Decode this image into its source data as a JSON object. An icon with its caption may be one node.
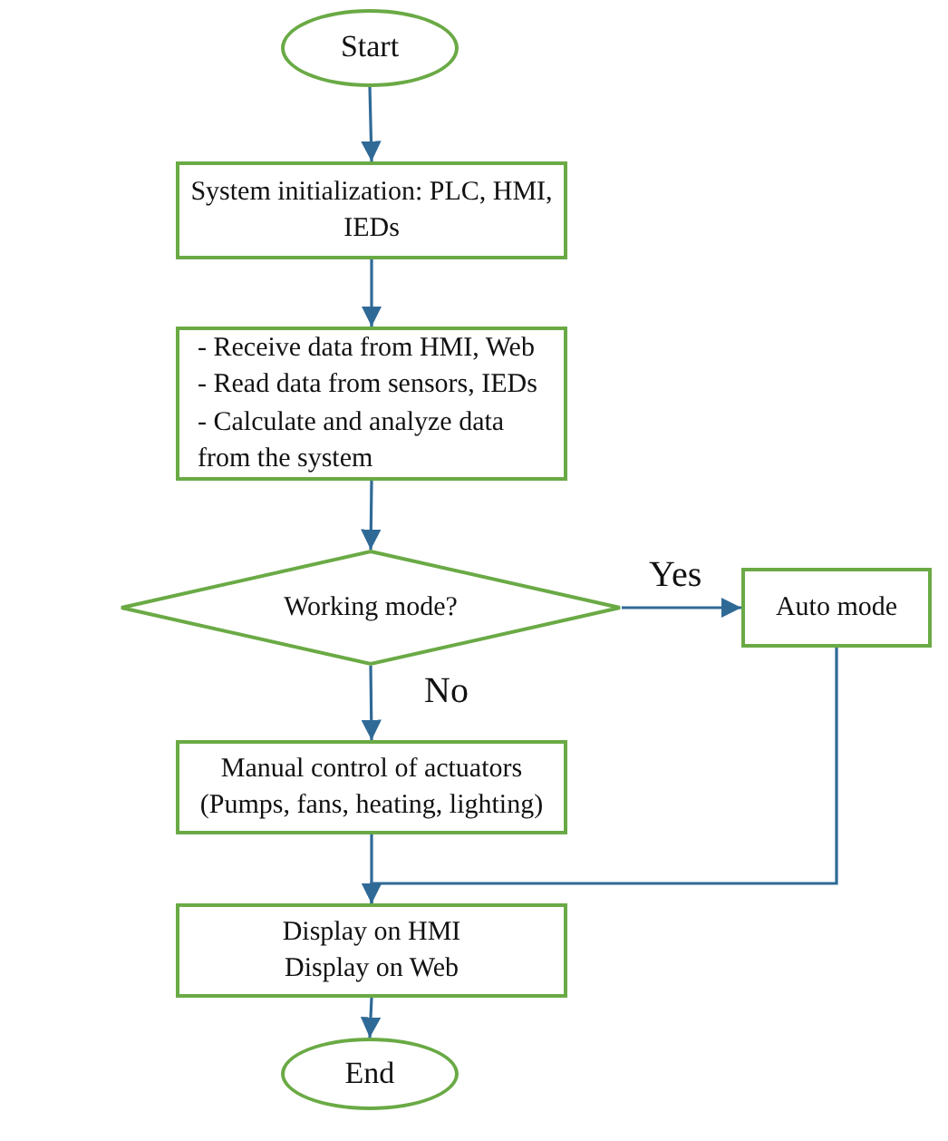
{
  "diagram": {
    "nodes": [
      {
        "text": [
          "Start"
        ]
      },
      {
        "text": [
          "System initialization: PLC, HMI, IEDs"
        ]
      },
      {
        "text": [
          "- Receive data from HMI, Web",
          "- Read data from sensors, IEDs",
          "- Calculate and analyze data from the system"
        ]
      },
      {
        "text": [
          "Working mode?"
        ]
      },
      {
        "text": [
          "Auto mode"
        ]
      },
      {
        "text": [
          "Manual control of actuators (Pumps, fans, heating, lighting)"
        ]
      },
      {
        "text": [
          "Display on HMI",
          "Display on Web"
        ]
      },
      {
        "text": [
          "End"
        ]
      }
    ],
    "edges": [
      {
        "from": 0,
        "to": 1,
        "arrow": "to"
      },
      {
        "from": 1,
        "to": 2,
        "arrow": "to"
      },
      {
        "from": 2,
        "to": 3,
        "arrow": "to"
      },
      {
        "from": 3,
        "to": 4,
        "arrow": "to",
        "label": "Yes"
      },
      {
        "from": 3,
        "to": 5,
        "arrow": "to",
        "label": "No"
      },
      {
        "from": 5,
        "to": 6,
        "arrow": "to"
      },
      {
        "from": 4,
        "to": 6,
        "arrow": "to"
      },
      {
        "from": 6,
        "to": 7,
        "arrow": "to"
      }
    ]
  }
}
